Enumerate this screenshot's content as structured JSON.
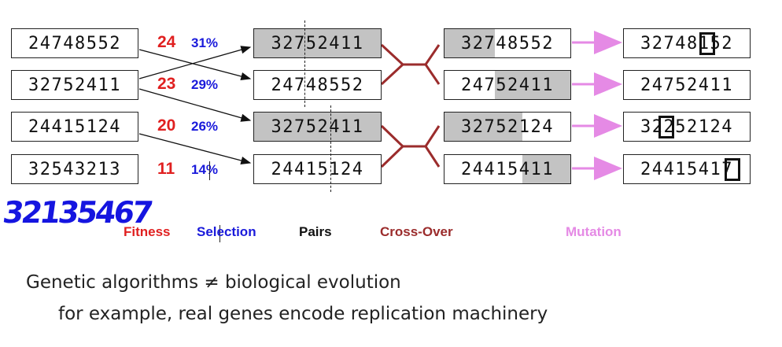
{
  "population": [
    "24748552",
    "32752411",
    "24415124",
    "32543213"
  ],
  "fitness": [
    "24",
    "23",
    "20",
    "11"
  ],
  "selection_pct": [
    "31%",
    "29%",
    "26%",
    "14%"
  ],
  "pairs": [
    "32752411",
    "24748552",
    "32752411",
    "24415124"
  ],
  "crossover": [
    "32748552",
    "24752411",
    "32752124",
    "24415411"
  ],
  "mutation": [
    "32748152",
    "24752411",
    "32252124",
    "24415417"
  ],
  "stage_labels": {
    "fitness": "Fitness",
    "selection": "Selection",
    "pairs": "Pairs",
    "crossover": "Cross-Over",
    "mutation": "Mutation"
  },
  "handwritten_note": "32135467",
  "caption": {
    "line1": "Genetic algorithms ≠ biological evolution",
    "line2": "for example, real genes encode replication machinery"
  },
  "colors": {
    "fitness": "#e02020",
    "selection": "#1a1adb",
    "pairs": "#111111",
    "crossover": "#9b2c2c",
    "mutation": "#e58ae5",
    "shade": "#c3c3c3"
  }
}
